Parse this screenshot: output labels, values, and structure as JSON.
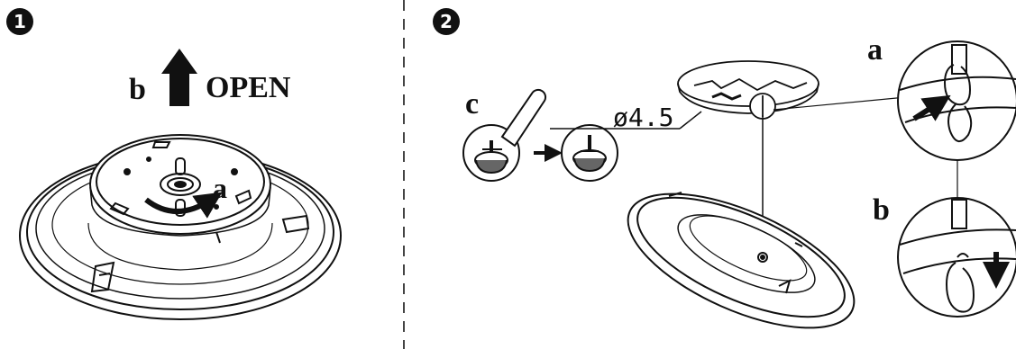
{
  "steps": {
    "step1": {
      "badge": "1",
      "open_label": "OPEN",
      "label_b": "b",
      "label_a": "a"
    },
    "step2": {
      "badge": "2",
      "label_a": "a",
      "label_b": "b",
      "label_c": "c",
      "hole_dimension": "ø4.5"
    }
  },
  "colors": {
    "ink": "#111111",
    "paper": "#ffffff"
  }
}
